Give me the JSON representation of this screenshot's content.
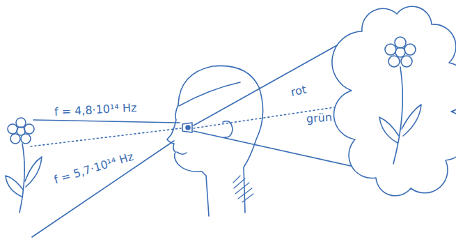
{
  "diagram": {
    "labels": [
      "f = 4,8·10¹⁴ Hz",
      "f = 5,7·10¹⁴ Hz",
      "rot",
      "grün"
    ]
  }
}
